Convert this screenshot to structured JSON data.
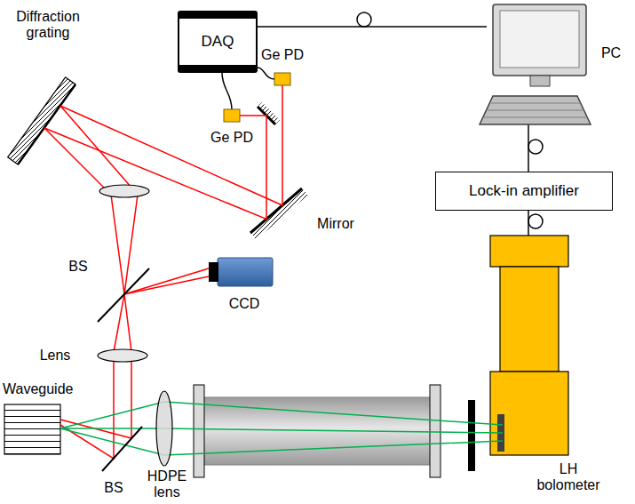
{
  "diagram": {
    "nodes": [
      {
        "text": [
          "DAQ"
        ]
      },
      {
        "text": [
          "Lock-in amplifier"
        ]
      }
    ],
    "labels": [
      "Diffraction grating",
      "Ge PD",
      "PC",
      "Ge PD",
      "BS",
      "CCD",
      "Mirror",
      "Lens",
      "Waveguide",
      "BS",
      "HDPE lens",
      "LH bolometer"
    ]
  }
}
